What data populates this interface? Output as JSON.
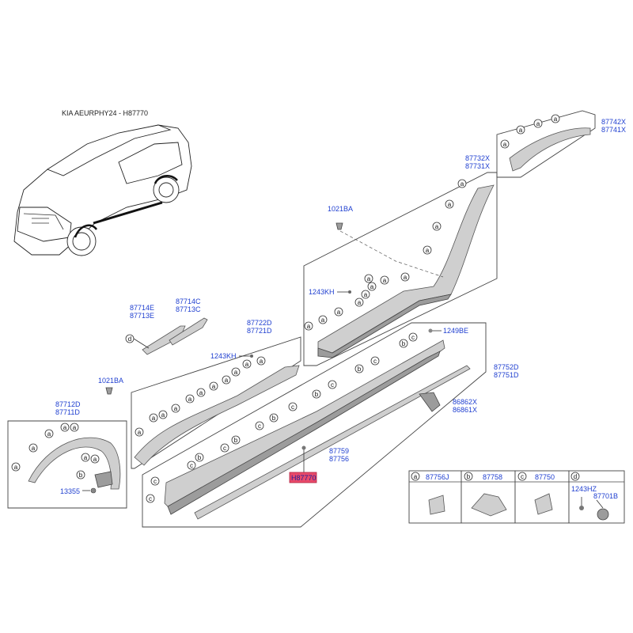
{
  "title": "KIA AEURPHY24 - H87770",
  "labels": {
    "p87742X": "87742X",
    "p87741X": "87741X",
    "p87732X": "87732X",
    "p87731X": "87731X",
    "p1021BA_a": "1021BA",
    "p1021BA_b": "1021BA",
    "p1243KH_a": "1243KH",
    "p1243KH_b": "1243KH",
    "p87714E": "87714E",
    "p87713E": "87713E",
    "p87714C": "87714C",
    "p87713C": "87713C",
    "p87722D": "87722D",
    "p87721D": "87721D",
    "p1249BE": "1249BE",
    "p87752D": "87752D",
    "p87751D": "87751D",
    "p86862X": "86862X",
    "p86861X": "86861X",
    "p87712D": "87712D",
    "p87711D": "87711D",
    "p13355": "13355",
    "p87759": "87759",
    "p87756": "87756",
    "highlight": "H87770"
  },
  "callouts": {
    "a": "a",
    "b": "b",
    "c": "c",
    "d": "d"
  },
  "legend": [
    {
      "key": "a",
      "part": "87756J"
    },
    {
      "key": "b",
      "part": "87758"
    },
    {
      "key": "c",
      "part": "87750"
    },
    {
      "key": "d",
      "part": "",
      "sub1": "1243HZ",
      "sub2": "87701B"
    }
  ],
  "colors": {
    "label_blue": "#1f3fd0",
    "highlight": "#e94a6a",
    "part_grey": "#cfcfcf"
  }
}
